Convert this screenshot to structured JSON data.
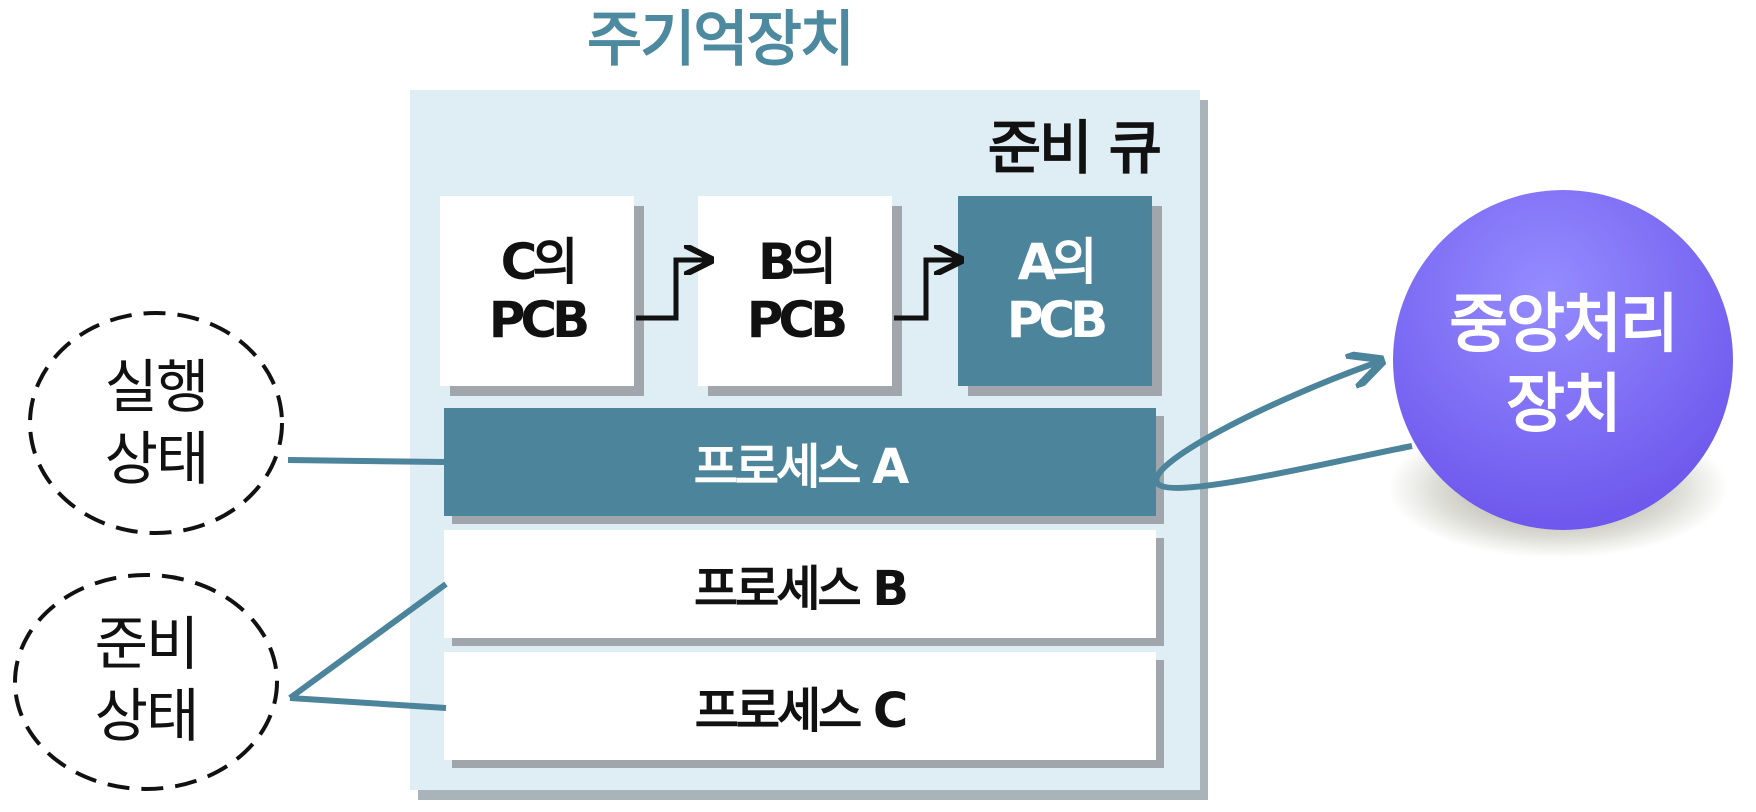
{
  "diagram": {
    "title": "주기억장치",
    "queue_label": "준비 큐",
    "pcbs": [
      {
        "line1": "C의",
        "line2": "PCB"
      },
      {
        "line1": "B의",
        "line2": "PCB"
      },
      {
        "line1": "A의",
        "line2": "PCB"
      }
    ],
    "processes": [
      "프로세스 A",
      "프로세스 B",
      "프로세스 C"
    ],
    "states": {
      "running": {
        "line1": "실행",
        "line2": "상태"
      },
      "ready": {
        "line1": "준비",
        "line2": "상태"
      }
    },
    "cpu": {
      "line1": "중앙처리",
      "line2": "장치"
    }
  },
  "colors": {
    "title": "#4d8aa0",
    "memory_bg": "#dfedf4",
    "teal": "#4b849b",
    "connector": "#4b849b",
    "cpu_fill": "#7b6cf0"
  }
}
